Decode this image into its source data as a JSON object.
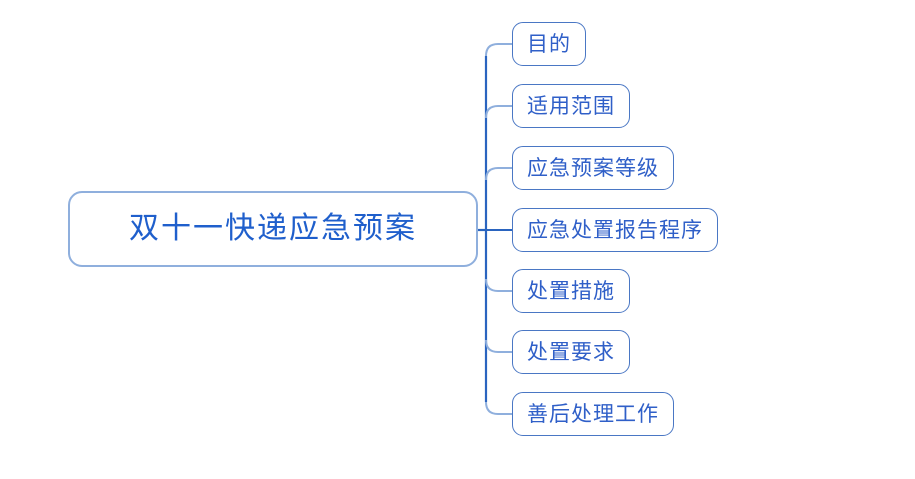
{
  "diagram": {
    "type": "mind-map",
    "title": "双十一快递应急预案",
    "colors": {
      "root_border": "#8fafdd",
      "root_text": "#1f5fcc",
      "child_border": "#4a77c4",
      "child_text": "#2f5fc8",
      "connector_trunk": "#2a64bf",
      "connector_branch": "#8fafdd",
      "background": "#ffffff"
    },
    "root": {
      "label": "双十一快递应急预案"
    },
    "children": [
      {
        "label": "目的"
      },
      {
        "label": "适用范围"
      },
      {
        "label": "应急预案等级"
      },
      {
        "label": "应急处置报告程序"
      },
      {
        "label": "处置措施"
      },
      {
        "label": "处置要求"
      },
      {
        "label": "善后处理工作"
      }
    ]
  }
}
